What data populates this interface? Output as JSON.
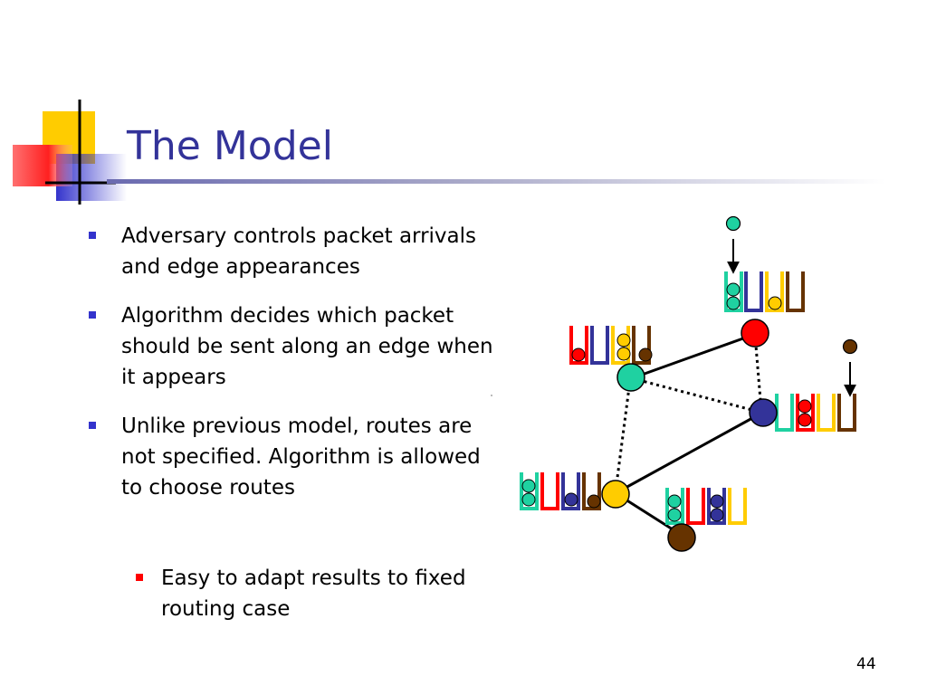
{
  "slide": {
    "title": "The Model",
    "bullets": [
      {
        "text": "Adversary controls packet arrivals and edge appearances"
      },
      {
        "text": "Algorithm decides which packet should be sent along an edge when it appears"
      },
      {
        "text": "Unlike previous model, routes are not specified. Algorithm is allowed to choose routes"
      }
    ],
    "sub_bullets": [
      {
        "text": "Easy to adapt results to fixed routing case"
      }
    ],
    "page_number": "44"
  },
  "colors": {
    "title": "#333399",
    "bullet": "#3333cc",
    "sub_bullet": "#ff0000",
    "teal": "#1fd1a1",
    "red": "#ff0000",
    "blue": "#333399",
    "yellow": "#ffcc00",
    "brown": "#663300"
  }
}
